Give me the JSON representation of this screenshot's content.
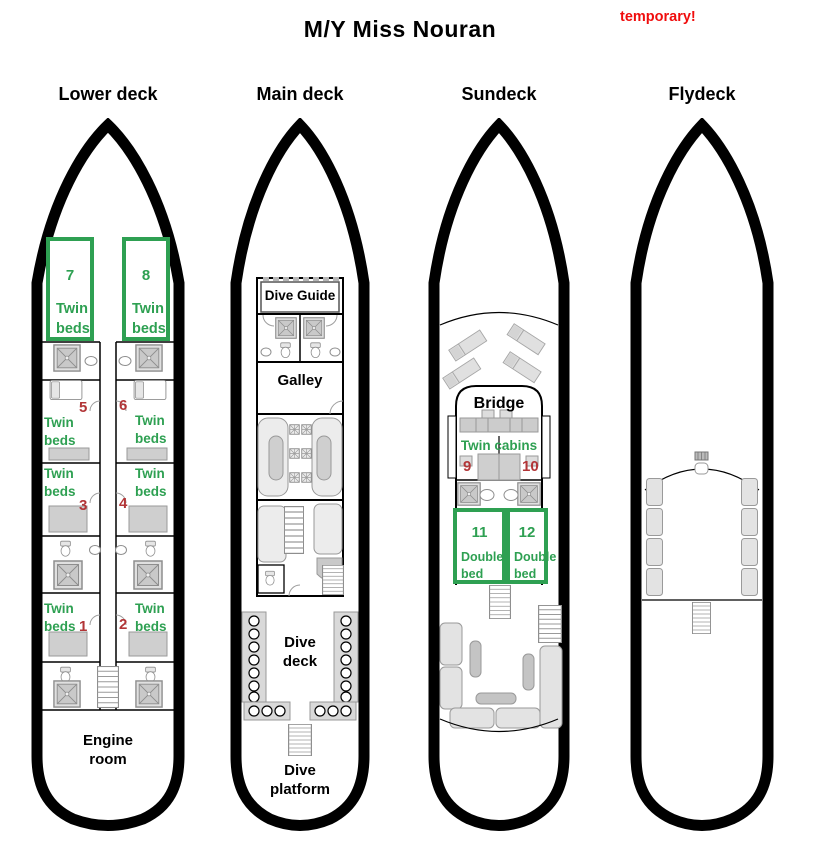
{
  "title": "M/Y Miss Nouran",
  "note": "temporary!",
  "colors": {
    "green": "#2ea052",
    "red": "#b23537",
    "note_red": "#f00d0d",
    "hull_black": "#000000"
  },
  "decks": {
    "lower": {
      "label": "Lower deck",
      "engine_room": "Engine room",
      "cabins": {
        "c1": {
          "number": "1",
          "type": "Twin beds"
        },
        "c2": {
          "number": "2",
          "type": "Twin beds"
        },
        "c3": {
          "number": "3",
          "type": "Twin beds"
        },
        "c4": {
          "number": "4",
          "type": "Twin beds"
        },
        "c5": {
          "number": "5",
          "type": "Twin beds"
        },
        "c6": {
          "number": "6",
          "type": "Twin beds"
        },
        "c7": {
          "number": "7",
          "type": "Twin beds"
        },
        "c8": {
          "number": "8",
          "type": "Twin beds"
        }
      }
    },
    "main": {
      "label": "Main deck",
      "dive_guide": "Dive Guide",
      "galley": "Galley",
      "dive_deck": "Dive deck",
      "dive_platform": "Dive platform"
    },
    "sun": {
      "label": "Sundeck",
      "bridge": "Bridge",
      "twin_cabins": "Twin cabins",
      "cabins": {
        "c9": {
          "number": "9"
        },
        "c10": {
          "number": "10"
        },
        "c11": {
          "number": "11",
          "type": "Double bed"
        },
        "c12": {
          "number": "12",
          "type": "Double bed"
        }
      }
    },
    "fly": {
      "label": "Flydeck"
    }
  }
}
